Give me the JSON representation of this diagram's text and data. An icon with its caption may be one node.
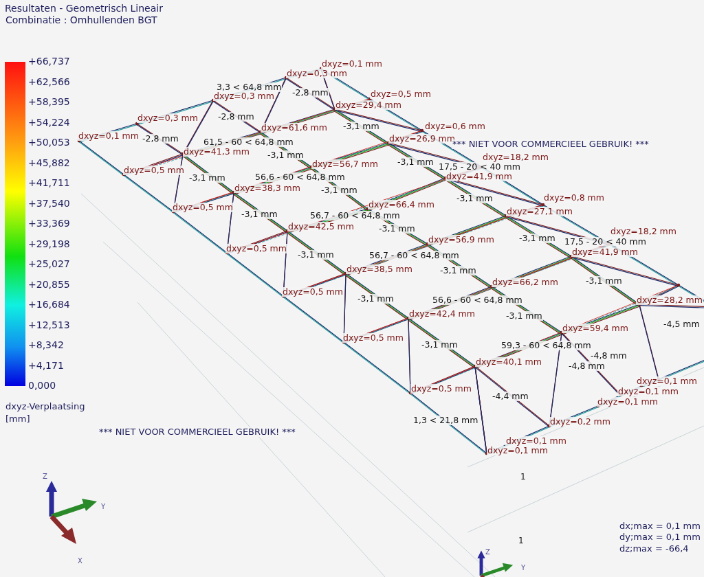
{
  "diagram": {
    "title": "Resultaten - Geometrisch Lineair",
    "nodes": [
      {
        "text": [],
        "shape": "bar"
      }
    ],
    "labels": [
      "Combinatie : Omhullenden BGT",
      "+66,737",
      "+62,566",
      "+58,395",
      "+54,224",
      "+50,053",
      "+45,882",
      "+41,711",
      "+37,540",
      "+33,369",
      "+29,198",
      "+25,027",
      "+20,855",
      "+16,684",
      "+12,513",
      "+8,342",
      "+4,171",
      "0,000",
      "dxyz-Verplaatsing",
      "[mm]",
      "dxyz=0,1 mm",
      "dxyz=0,3 mm",
      "3,3 < 64,8 mm",
      "-2,8 mm",
      "dxyz=0,5 mm",
      "dxyz=0,3 mm",
      "dxyz=29,4 mm",
      "-2,8 mm",
      "dxyz=0,3 mm",
      "dxyz=0,6 mm",
      "-3,1 mm",
      "dxyz=61,6 mm",
      "dxyz=0,1 mm",
      "-2,8 mm",
      "dxyz=26,9 mm",
      "61,5 - 60 < 64,8 mm",
      "*** NIET VOOR COMMERCIEEL GEBRUIK! ***",
      "dxyz=41,3 mm",
      "-3,1 mm",
      "dxyz=18,2 mm",
      "-3,1 mm",
      "dxyz=56,7 mm",
      "17,5 - 20 < 40 mm",
      "dxyz=41,9 mm",
      "dxyz=0,5 mm",
      "-3,1 mm",
      "56,6 - 60 < 64,8 mm",
      "dxyz=38,3 mm",
      "-3,1 mm",
      "-3,1 mm",
      "dxyz=0,8 mm",
      "dxyz=66,4 mm",
      "dxyz=0,5 mm",
      "dxyz=27,1 mm",
      "-3,1 mm",
      "56,7 - 60 < 64,8 mm",
      "dxyz=42,5 mm",
      "-3,1 mm",
      "-3,1 mm",
      "dxyz=18,2 mm",
      "17,5 - 20 < 40 mm",
      "dxyz=56,9 mm",
      "dxyz=41,9 mm",
      "dxyz=0,5 mm",
      "-3,1 mm",
      "56,7 - 60 < 64,8 mm",
      "dxyz=38,5 mm",
      "-3,1 mm",
      "-3,1 mm",
      "dxyz=66,2 mm",
      "dxyz=0,5 mm",
      "-3,1 mm",
      "dxyz=28,2 mm",
      "56,6 - 60 < 64,8 mm",
      "dxyz=42,4 mm",
      "-3,1 mm",
      "-4,5 mm",
      "dxyz=59,4 mm",
      "dxyz=0,5 mm",
      "-3,1 mm",
      "59,3 - 60 < 64,8 mm",
      "-4,8 mm",
      "dxyz=40,1 mm",
      "-4,8 mm",
      "dxyz=0,1 mm",
      "dxyz=0,1 mm",
      "dxyz=0,5 mm",
      "-4,4 mm",
      "dxyz=0,1 mm",
      "1,3 < 21,8 mm",
      "dxyz=0,2 mm",
      "dxyz=0,1 mm",
      "dxyz=0,1 mm",
      "*** NIET VOOR COMMERCIEEL GEBRUIK! ***",
      "1",
      "Z",
      "Y",
      "X",
      "dx;max = 0,1 mm",
      "1",
      "dy;max = 0,1 mm",
      "Z",
      "dz;max = -66,4",
      "Y"
    ]
  }
}
